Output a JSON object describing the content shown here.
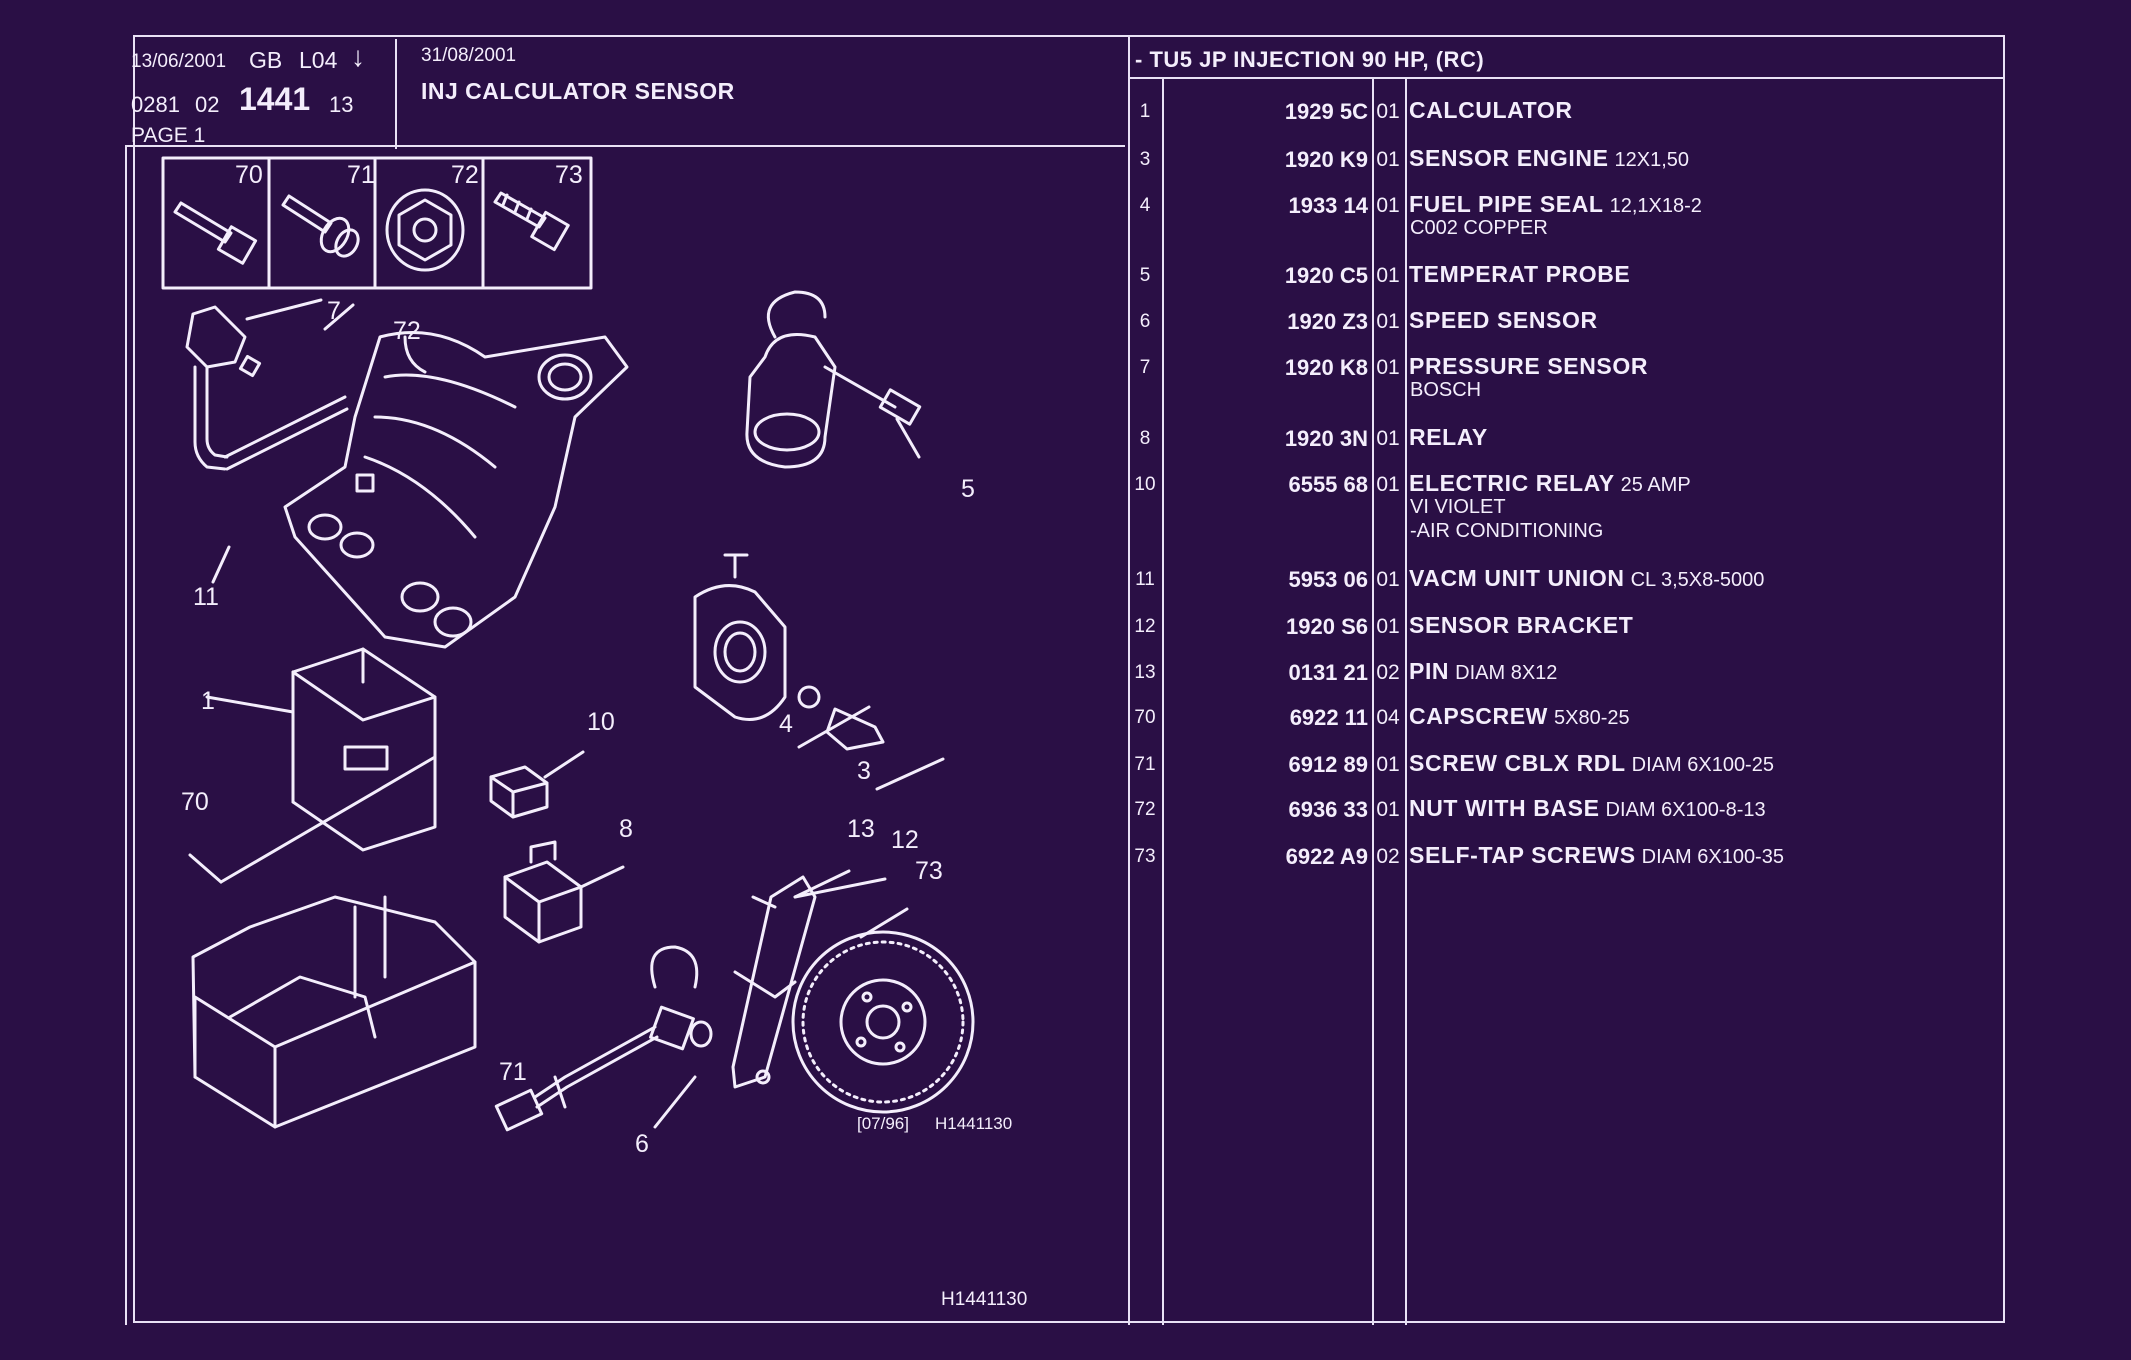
{
  "header": {
    "date1": "13/06/2001",
    "lang": "GB",
    "level": "L04",
    "arrow": "↓",
    "code_a": "0281",
    "code_b": "02",
    "code_main": "1441",
    "code_c": "13",
    "page_label": "PAGE",
    "page_number": "1",
    "date2": "31/08/2001",
    "title": "INJ CALCULATOR SENSOR",
    "engine": "- TU5 JP INJECTION 90 HP, (RC)"
  },
  "diagram": {
    "callouts": [
      "70",
      "71",
      "72",
      "73",
      "7",
      "72",
      "11",
      "5",
      "1",
      "10",
      "70",
      "4",
      "3",
      "8",
      "13",
      "12",
      "73",
      "71",
      "6"
    ],
    "revision": "[07/96]",
    "code_small": "H1441130",
    "code_bottom": "H1441130"
  },
  "parts": [
    {
      "idx": "1",
      "ref": "1929 5C",
      "qty": "01",
      "name": "CALCULATOR",
      "spec": "",
      "sub": []
    },
    {
      "idx": "3",
      "ref": "1920 K9",
      "qty": "01",
      "name": "SENSOR ENGINE",
      "spec": "12X1,50",
      "sub": []
    },
    {
      "idx": "4",
      "ref": "1933 14",
      "qty": "01",
      "name": "FUEL PIPE SEAL",
      "spec": "12,1X18-2",
      "sub": [
        "C002 COPPER"
      ]
    },
    {
      "idx": "5",
      "ref": "1920 C5",
      "qty": "01",
      "name": "TEMPERAT PROBE",
      "spec": "",
      "sub": []
    },
    {
      "idx": "6",
      "ref": "1920 Z3",
      "qty": "01",
      "name": "SPEED SENSOR",
      "spec": "",
      "sub": []
    },
    {
      "idx": "7",
      "ref": "1920 K8",
      "qty": "01",
      "name": "PRESSURE SENSOR",
      "spec": "",
      "sub": [
        "BOSCH"
      ]
    },
    {
      "idx": "8",
      "ref": "1920 3N",
      "qty": "01",
      "name": "RELAY",
      "spec": "",
      "sub": []
    },
    {
      "idx": "10",
      "ref": "6555 68",
      "qty": "01",
      "name": "ELECTRIC RELAY",
      "spec": "25 AMP",
      "sub": [
        "VI VIOLET",
        "-AIR CONDITIONING"
      ]
    },
    {
      "idx": "11",
      "ref": "5953 06",
      "qty": "01",
      "name": "VACM UNIT UNION",
      "spec": "CL 3,5X8-5000",
      "sub": []
    },
    {
      "idx": "12",
      "ref": "1920 S6",
      "qty": "01",
      "name": "SENSOR BRACKET",
      "spec": "",
      "sub": []
    },
    {
      "idx": "13",
      "ref": "0131 21",
      "qty": "02",
      "name": "PIN",
      "spec": "DIAM 8X12",
      "sub": []
    },
    {
      "idx": "70",
      "ref": "6922 11",
      "qty": "04",
      "name": "CAPSCREW",
      "spec": "5X80-25",
      "sub": []
    },
    {
      "idx": "71",
      "ref": "6912 89",
      "qty": "01",
      "name": "SCREW CBLX RDL",
      "spec": "DIAM 6X100-25",
      "sub": []
    },
    {
      "idx": "72",
      "ref": "6936 33",
      "qty": "01",
      "name": "NUT WITH BASE",
      "spec": "DIAM 6X100-8-13",
      "sub": []
    },
    {
      "idx": "73",
      "ref": "6922 A9",
      "qty": "02",
      "name": "SELF-TAP SCREWS",
      "spec": "DIAM 6X100-35",
      "sub": []
    }
  ],
  "colors": {
    "background": "#2a0f45",
    "ink": "#f4eefc"
  }
}
